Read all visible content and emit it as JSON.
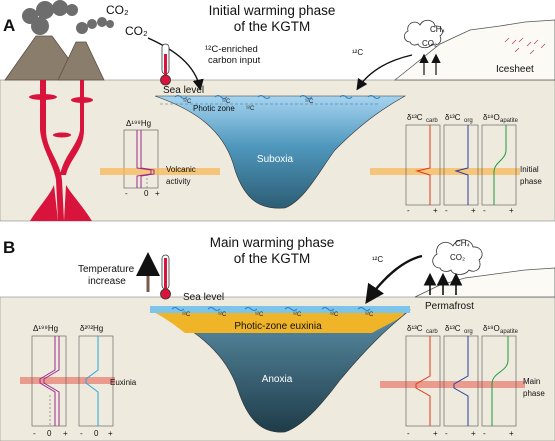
{
  "panel_a": {
    "letter": "A",
    "title_line1": "Initial warming phase",
    "title_line2": "of the KGTM",
    "co2_top": "CO₂",
    "co2_mid": "CO₂",
    "carbon_input_line1": "¹²C-enriched",
    "carbon_input_line2": "carbon input",
    "sea_level": "Sea level",
    "photic_zone": "Photic zone",
    "water_label": "Suboxia",
    "c12": "¹²C",
    "ch4": "CH₄",
    "co2_cloud": "CO₂",
    "icesheet": "Icesheet",
    "hg_header": "Δ¹⁹⁹Hg",
    "hg_ticks": [
      "-",
      "0",
      "+"
    ],
    "event_label_left_1": "Volcanic",
    "event_label_left_2": "activity",
    "carb_header": "δ¹³C",
    "carb_sub": "carb",
    "org_header": "δ¹³C",
    "org_sub": "org",
    "apatite_header": "δ¹⁸O",
    "apatite_sub": "apatite",
    "iso_ticks": [
      "-",
      "+"
    ],
    "event_label_right_1": "Initial",
    "event_label_right_2": "phase"
  },
  "panel_b": {
    "letter": "B",
    "title_line1": "Main warming phase",
    "title_line2": "of the KGTM",
    "temp_line1": "Temperature",
    "temp_line2": "increase",
    "sea_level": "Sea level",
    "euxinia_zone": "Photic-zone euxinia",
    "water_label": "Anoxia",
    "c12": "¹²C",
    "ch4": "CH₄",
    "co2_cloud": "CO₂",
    "permafrost": "Permafrost",
    "hg199_header": "Δ¹⁹⁹Hg",
    "hg202_header": "δ²⁰²Hg",
    "hg_ticks": [
      "-",
      "0",
      "+"
    ],
    "event_label_left": "Euxinia",
    "carb_header": "δ¹³C",
    "carb_sub": "carb",
    "org_header": "δ¹³C",
    "org_sub": "org",
    "apatite_header": "δ¹⁸O",
    "apatite_sub": "apatite",
    "iso_ticks": [
      "-",
      "+"
    ],
    "event_label_right_1": "Main",
    "event_label_right_2": "phase"
  },
  "colors": {
    "land": "#eeeadd",
    "volcano": "#8b7d6b",
    "magma": "#d8143c",
    "water_top": "#9fd0ef",
    "water_deep": "#2d5f78",
    "anoxia_deep": "#1f3f4e",
    "euxinia": "#f0b428",
    "event_band_a": "#f5b85a",
    "event_band_b": "#e8877a",
    "hg_curve": "#9b2a8a",
    "hg202_curve": "#2aa7d8",
    "carb_curve": "#e0361c",
    "org_curve": "#2a3c9a",
    "apatite_curve": "#1e9a3c"
  }
}
